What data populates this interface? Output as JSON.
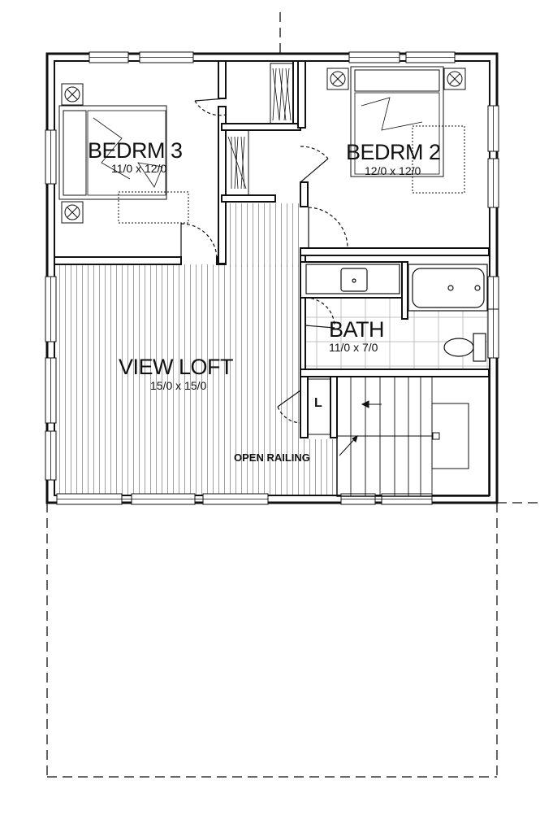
{
  "rooms": {
    "bedroom3": {
      "name": "BEDRM 3",
      "dims": "11/0 x 12/0"
    },
    "bedroom2": {
      "name": "BEDRM 2",
      "dims": "12/0 x 12/0"
    },
    "bath": {
      "name": "BATH",
      "dims": "11/0 x 7/0"
    },
    "view_loft": {
      "name": "VIEW LOFT",
      "dims": "15/0 x 15/0"
    }
  },
  "labels": {
    "linen_closet": "L",
    "open_railing": "OPEN RAILING"
  }
}
